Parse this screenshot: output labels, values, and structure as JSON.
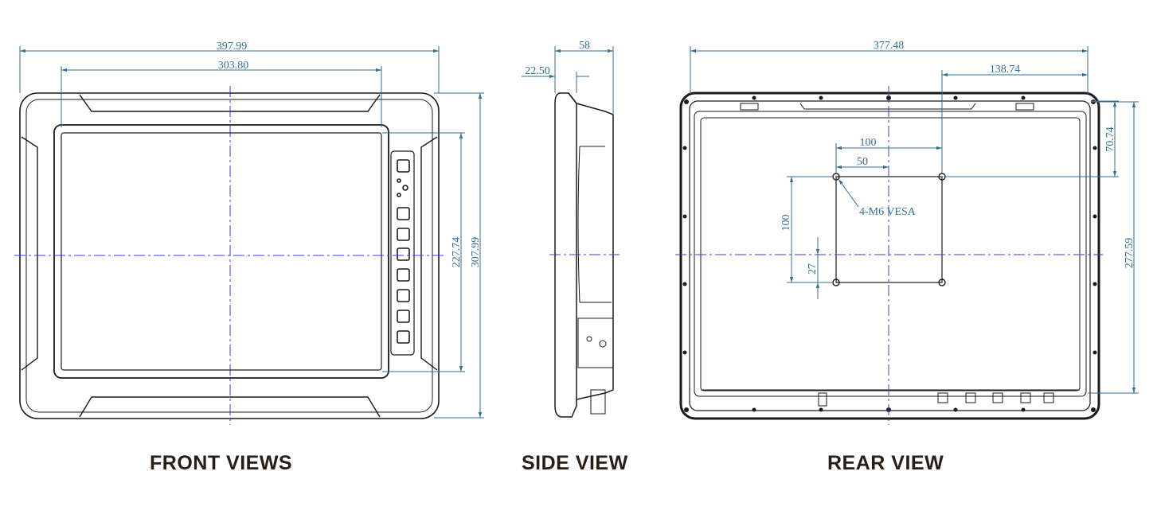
{
  "labels": {
    "front": "FRONT VIEWS",
    "side": "SIDE VIEW",
    "rear": "REAR VIEW"
  },
  "front_dims": {
    "overall_width": "397.99",
    "display_width": "303.80",
    "display_height": "227.74",
    "overall_height": "307.99"
  },
  "side_dims": {
    "depth": "58",
    "bezel_depth": "22.50"
  },
  "rear_dims": {
    "overall_width": "377.48",
    "vesa_offset_x": "138.74",
    "vesa_offset_y": "70.74",
    "overall_height": "277.59",
    "vesa_horizontal": "100",
    "vesa_half": "50",
    "vesa_vertical": "100",
    "vesa_small": "27",
    "vesa_note": "4-M6 VESA"
  },
  "colors": {
    "outline": "#1a1a1a",
    "dimension": "#2f6f93",
    "centerline": "#3a3ae0"
  }
}
